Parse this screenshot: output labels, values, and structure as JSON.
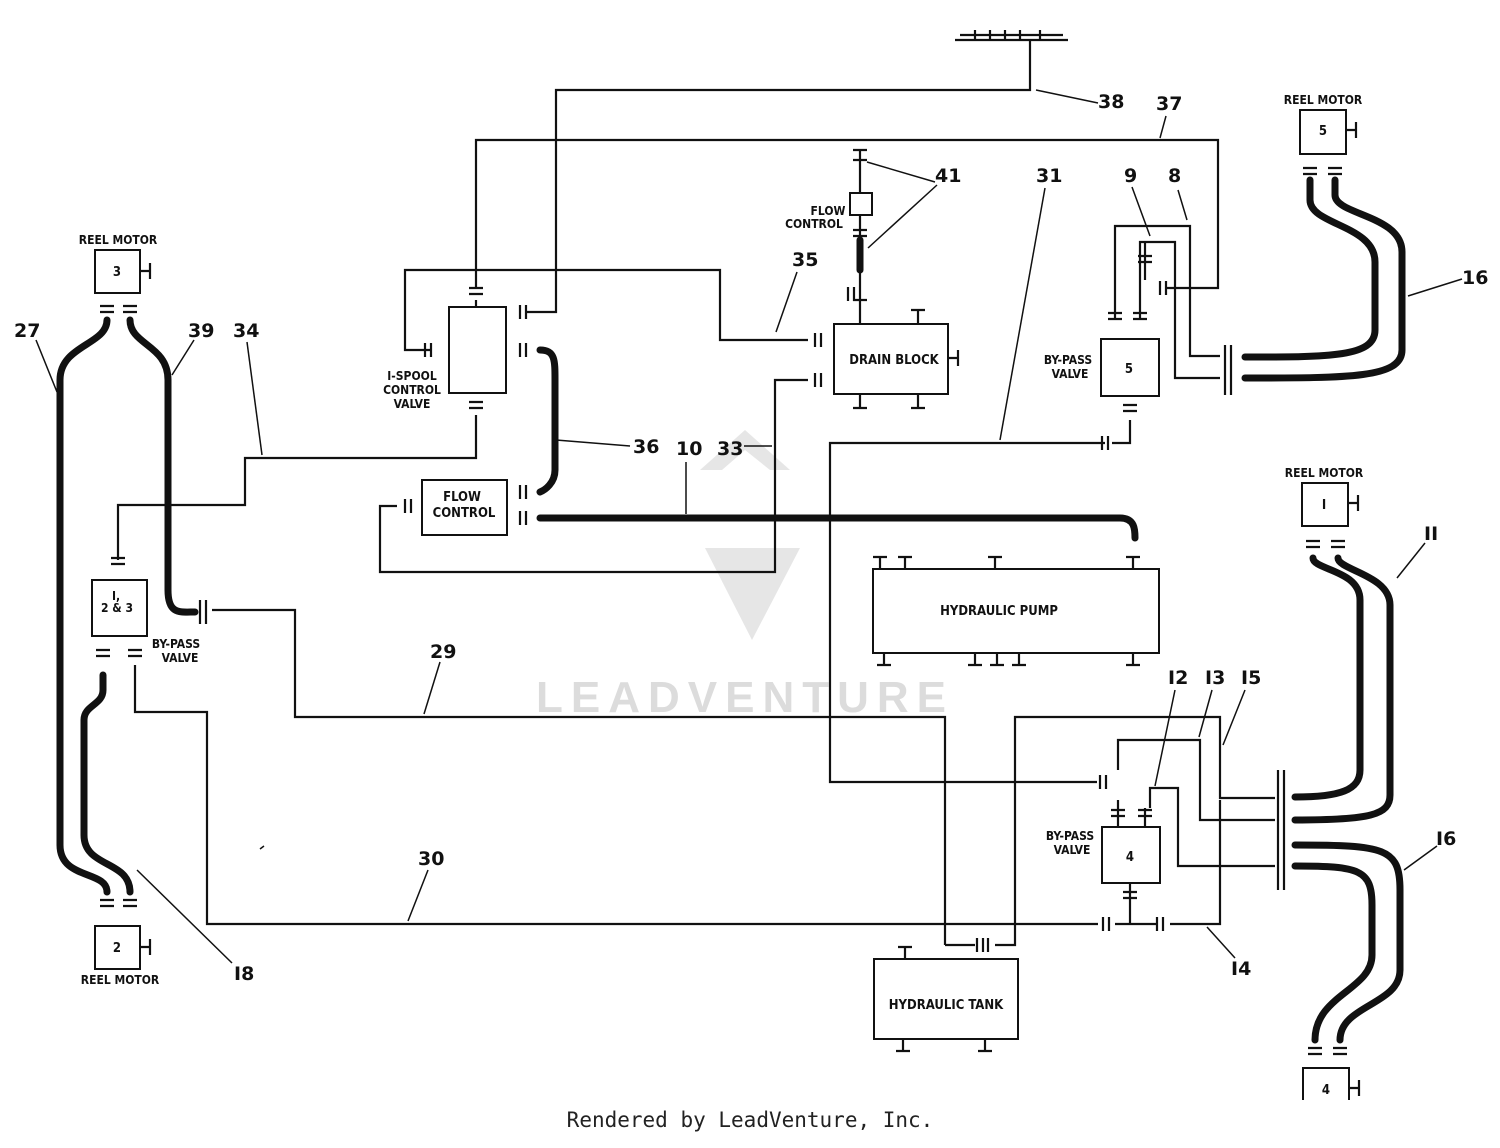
{
  "components": {
    "reel_motor_label": "REEL MOTOR",
    "reel_motor_3_num": "3",
    "reel_motor_5_num": "5",
    "reel_motor_1_num": "I",
    "reel_motor_2_num": "2",
    "reel_motor_4_num": "4",
    "spool_valve_line1": "I-SPOOL",
    "spool_valve_line2": "CONTROL",
    "spool_valve_line3": "VALVE",
    "flow_control_top_line1": "FLOW",
    "flow_control_top_line2": "CONTROL",
    "flow_control_line1": "FLOW",
    "flow_control_line2": "CONTROL",
    "drain_block": "DRAIN BLOCK",
    "bypass_line1": "BY-PASS",
    "bypass_line2": "VALVE",
    "bypass_5_num": "5",
    "bypass_4_num": "4",
    "bypass_123_line1": "I,",
    "bypass_123_line2": "2 & 3",
    "hydraulic_pump": "HYDRAULIC PUMP",
    "hydraulic_tank": "HYDRAULIC TANK"
  },
  "callouts": {
    "c38": "38",
    "c37": "37",
    "c41": "41",
    "c35": "35",
    "c31": "31",
    "c9": "9",
    "c8": "8",
    "c16a": "16",
    "c27": "27",
    "c39": "39",
    "c34": "34",
    "c36": "36",
    "c10": "10",
    "c33": "33",
    "c29": "29",
    "c11": "II",
    "c12": "I2",
    "c13": "I3",
    "c15": "I5",
    "c16b": "I6",
    "c30": "30",
    "c18": "I8",
    "c14": "I4"
  },
  "watermark": "LEADVENTURE",
  "footer": "Rendered by LeadVenture, Inc."
}
